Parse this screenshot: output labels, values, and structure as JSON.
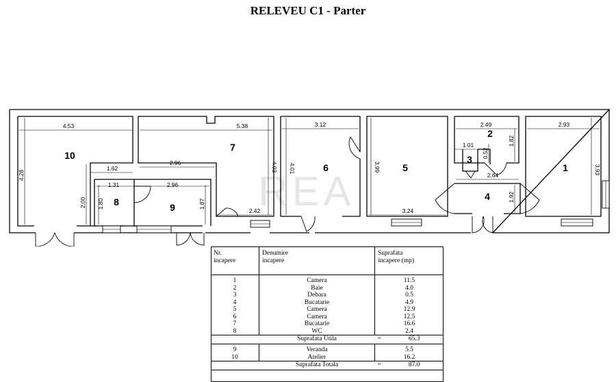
{
  "title": "RELEVEU  C1 - Parter",
  "watermark": "REA",
  "rooms": [
    {
      "num": "10"
    },
    {
      "num": "7"
    },
    {
      "num": "6"
    },
    {
      "num": "5"
    },
    {
      "num": "2"
    },
    {
      "num": "3"
    },
    {
      "num": "1"
    },
    {
      "num": "4"
    },
    {
      "num": "8"
    },
    {
      "num": "9"
    }
  ],
  "dimensions": [
    "4.53",
    "4.28",
    "1.62",
    "2.00",
    "5.38",
    "2.96",
    "4.03",
    "3.12",
    "4.01",
    "3.99",
    "3.24",
    "2.49",
    "1.01",
    "0.52",
    "1.82",
    "2.64",
    "1.92",
    "2.93",
    "3.93",
    "1.31",
    "1.80",
    "2.96",
    "1.87",
    "2.42"
  ],
  "table": {
    "header": {
      "col1": "Nr.\nincapere",
      "col2": "Denumire\nincapere",
      "col3": "Suprafata\nincapere (mp)"
    },
    "rows": [
      {
        "nr": "1",
        "name": "Camera",
        "area": "11.5"
      },
      {
        "nr": "2",
        "name": "Baie",
        "area": "4.0"
      },
      {
        "nr": "3",
        "name": "Debara",
        "area": "0.5"
      },
      {
        "nr": "4",
        "name": "Bucatarie",
        "area": "4.9"
      },
      {
        "nr": "5",
        "name": "Camera",
        "area": "12.9"
      },
      {
        "nr": "6",
        "name": "Camera",
        "area": "12.5"
      },
      {
        "nr": "7",
        "name": "Bucatarie",
        "area": "16.6"
      },
      {
        "nr": "8",
        "name": "WC",
        "area": "2.4"
      }
    ],
    "util_label": "Suprafata Utila",
    "util_eq": "=",
    "util_value": "65.3",
    "rows2": [
      {
        "nr": "9",
        "name": "Veranda",
        "area": "5.5"
      },
      {
        "nr": "10",
        "name": "Atelier",
        "area": "16.2"
      }
    ],
    "total_label": "Suprafata Totala",
    "total_eq": "=",
    "total_value": "87.0"
  }
}
